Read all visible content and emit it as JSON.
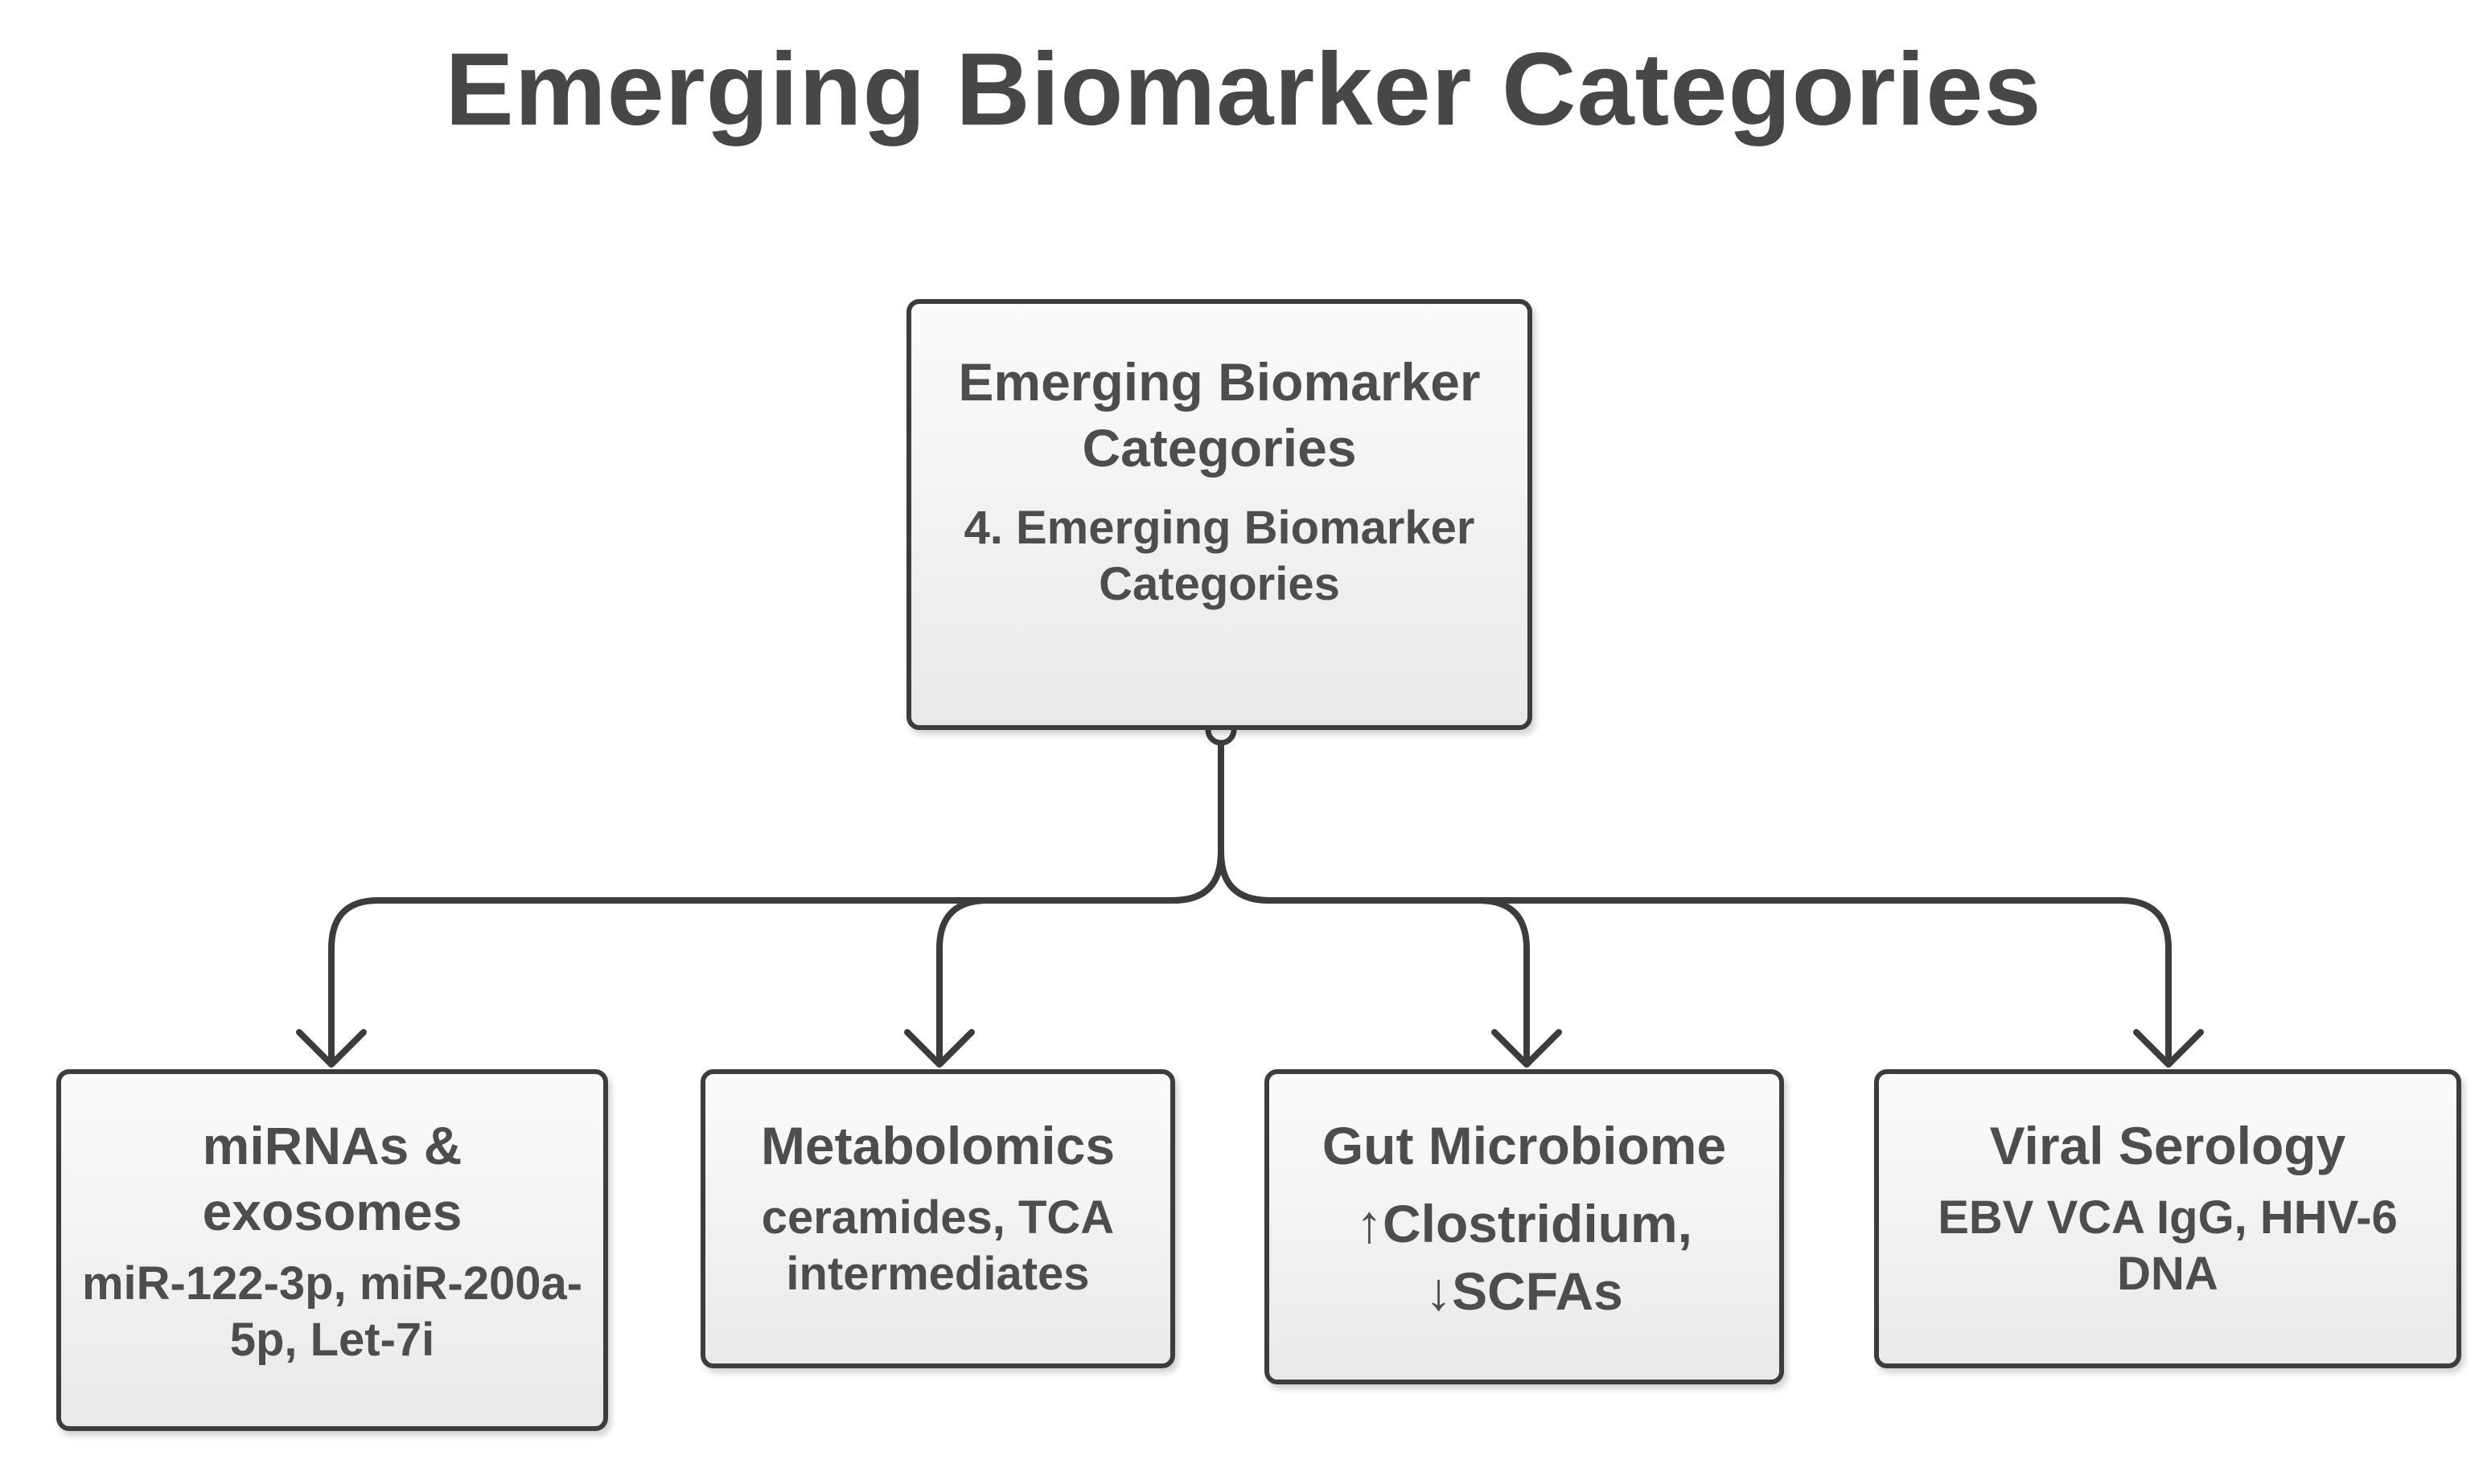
{
  "title": "Emerging Biomarker Categories",
  "root": {
    "label": "Emerging Biomarker Categories",
    "sub": "4. Emerging Biomarker Categories"
  },
  "children": [
    {
      "label": "miRNAs & exosomes",
      "sub": "miR-122-3p, miR-200a-5p, Let-7i"
    },
    {
      "label": "Metabolomics",
      "sub": "ceramides, TCA intermediates"
    },
    {
      "label": "Gut Microbiome",
      "sub": "↑Clostridium, ↓SCFAs"
    },
    {
      "label": "Viral Serology",
      "sub": "EBV VCA IgG, HHV-6 DNA"
    }
  ],
  "colors": {
    "stroke": "#3c3c3c",
    "text": "#4d4d4d",
    "fill_top": "#fbfbfb",
    "fill_bottom": "#e9e9e9"
  }
}
